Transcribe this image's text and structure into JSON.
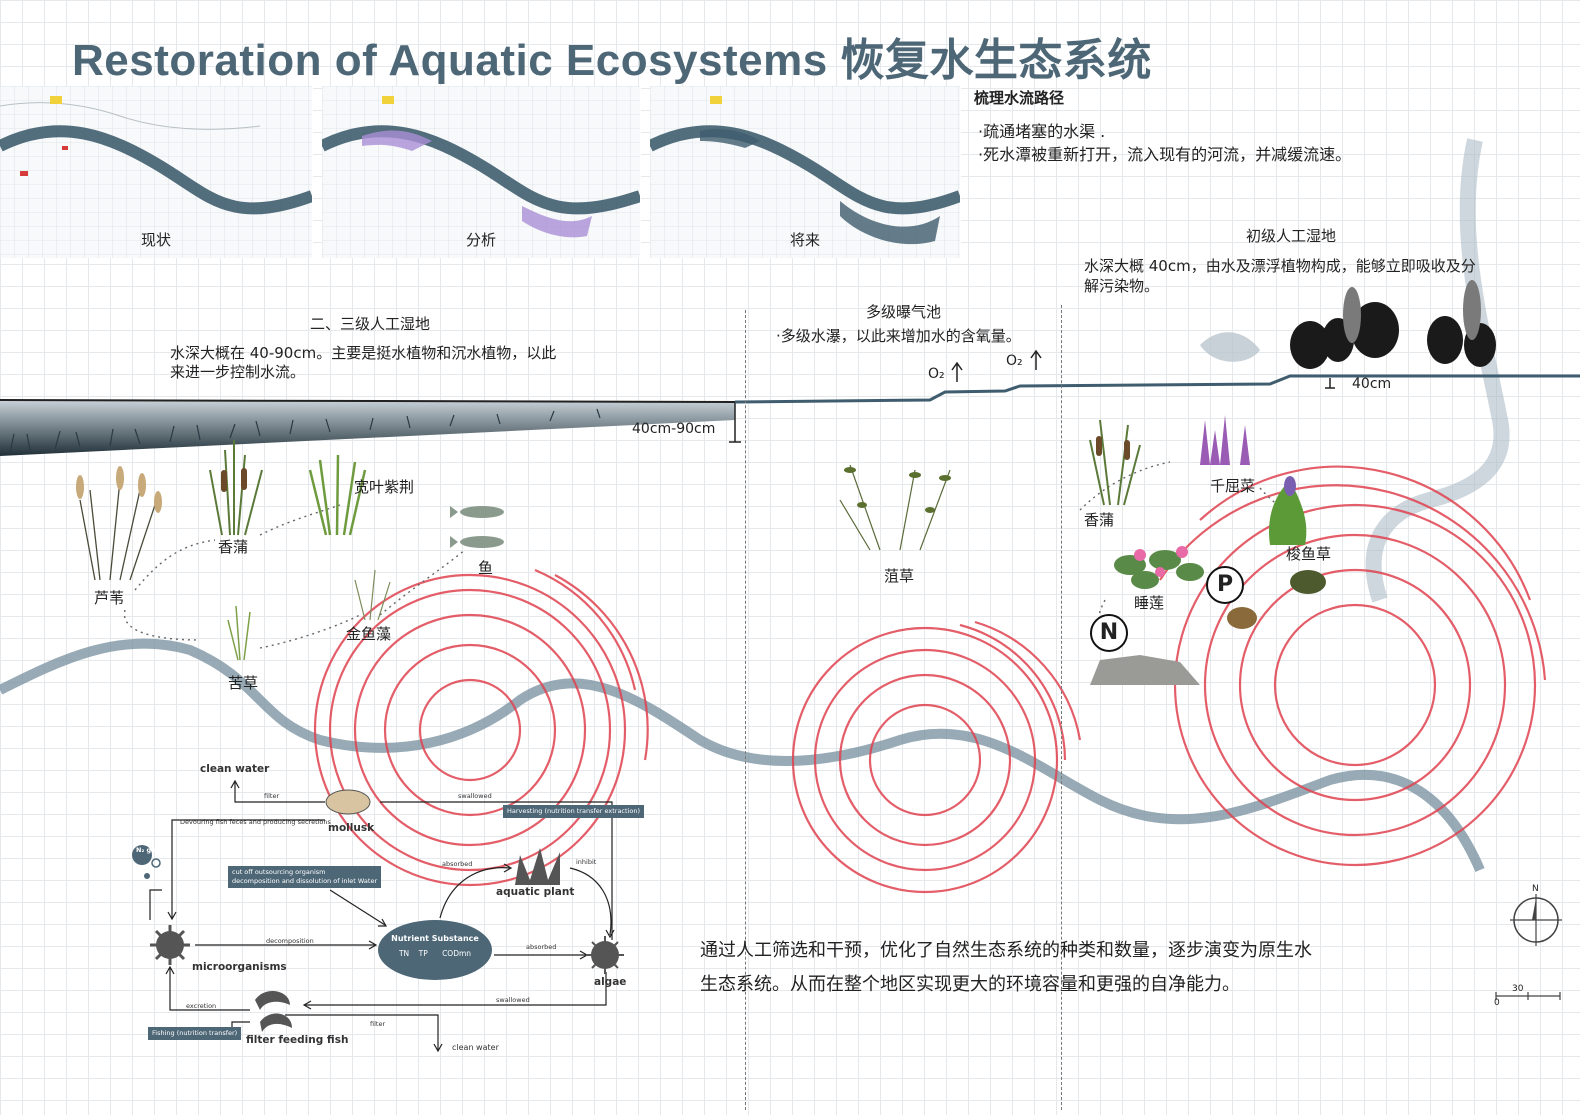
{
  "title": "Restoration of Aquatic Ecosystems  恢复水生态系统",
  "maps": [
    {
      "label": "现状"
    },
    {
      "label": "分析"
    },
    {
      "label": "将来"
    }
  ],
  "flow_path": {
    "heading": "梳理水流路径",
    "items": [
      "·疏通堵塞的水渠 .",
      "·死水潭被重新打开，流入现有的河流，并减缓流速。"
    ]
  },
  "primary_wetland": {
    "title": "初级人工湿地",
    "desc_1": "水深大概 40cm，由水及漂浮植物构成，能够立即吸收及分",
    "desc_2": "解污染物。",
    "depth": "40cm"
  },
  "aeration": {
    "title": "多级曝气池",
    "desc": "·多级水瀑，以此来增加水的含氧量。",
    "o2": "O₂"
  },
  "secondary_wetland": {
    "title": "二、三级人工湿地",
    "desc_1": "水深大概在 40-90cm。主要是挺水植物和沉水植物，以此",
    "desc_2": "来进一步控制水流。",
    "depth": "40cm-90cm"
  },
  "plants_left": {
    "reed": "芦苇",
    "cattail": "香蒲",
    "pontederia": "宽叶紫荆",
    "fish": "鱼",
    "hornwort": "金鱼藻",
    "eelgrass": "苦草"
  },
  "plants_mid": {
    "pondweed": "菹草"
  },
  "plants_right": {
    "loosestrife": "千屈菜",
    "cattail": "香蒲",
    "pickerel": "梭鱼草",
    "lily": "睡莲"
  },
  "badges": {
    "p": "P",
    "n": "N"
  },
  "cycle": {
    "clean_water_top": "clean water",
    "filter_top": "filter",
    "mollusk": "mollusk",
    "swallowed_top": "swallowed",
    "harvesting": "Harvesting (nutrition transfer extraction)",
    "devouring": "Devouring fish feces and producing secretions",
    "n_gas": "N₂ gas",
    "cut_off_1": "cut off outsourcing organism",
    "cut_off_2": "decomposition and dissolution of inlet Water",
    "absorbed_1": "absorbed",
    "inhibit": "inhibit",
    "aquatic_plant": "aquatic plant",
    "microorganisms": "microorganisms",
    "decomposition": "decomposition",
    "nutrient_title": "Nutrient Substance",
    "nutrient_items": "TN    TP      CODmn",
    "absorbed_2": "absorbed",
    "algae": "algae",
    "swallowed_bottom": "swallowed",
    "excretion": "excretion",
    "fishing": "Fishing (nutrition transfer)",
    "filter_fish": "filter feeding fish",
    "filter_bottom": "filter",
    "clean_water_bottom": "clean water"
  },
  "summary": {
    "line_1": "通过人工筛选和干预，优化了自然生态系统的种类和数量，逐步演变为原生水",
    "line_2": "生态系统。从而在整个地区实现更大的环境容量和更强的自净能力。"
  },
  "compass": {
    "n": "N",
    "scale": "30",
    "zero": "0"
  },
  "colors": {
    "accent": "#4d6777",
    "water": "#3f5d6e",
    "ring": "#e0424f",
    "purple": "#a98fd6"
  }
}
